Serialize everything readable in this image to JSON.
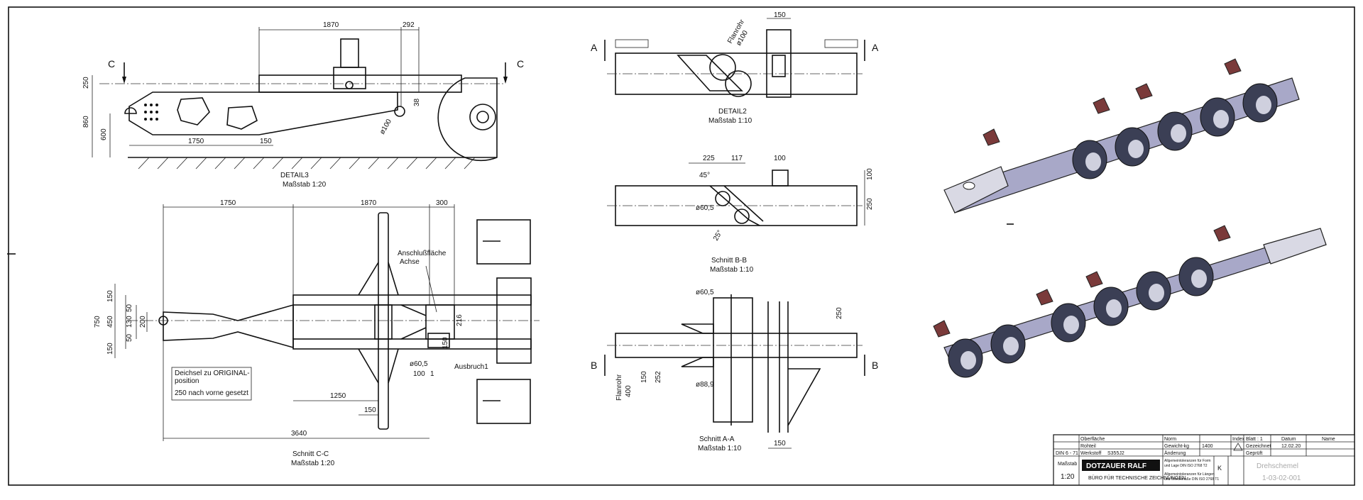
{
  "views": {
    "detail3": {
      "dims": [
        "1870",
        "292",
        "250",
        "860",
        "600",
        "1750",
        "150",
        "ø100",
        "38"
      ],
      "section_marks": [
        "C",
        "C"
      ],
      "title": "DETAIL3",
      "scale": "Maßstab 1:20"
    },
    "schnitt_cc": {
      "dims": [
        "1750",
        "1870",
        "300",
        "750",
        "450",
        "150",
        "150",
        "50",
        "50",
        "130",
        "200",
        "216",
        "150",
        "ø60,5",
        "100",
        "1",
        "1250",
        "150",
        "3640"
      ],
      "notes": {
        "anschluss_1": "Anschlußfläche",
        "anschluss_2": "Achse",
        "ausbruch": "Ausbruch1",
        "box_line1": "Deichsel zu ORIGINAL-",
        "box_line2": "position",
        "box_line3": "250 nach vorne gesetzt"
      },
      "title": "Schnitt C-C",
      "scale": "Maßstab 1:20"
    },
    "detail2": {
      "dims": [
        "150",
        "Flanrohr",
        "ø100"
      ],
      "section_marks": [
        "A",
        "A"
      ],
      "title": "DETAIL2",
      "scale": "Maßstab 1:10"
    },
    "schnitt_bb": {
      "dims": [
        "225",
        "117",
        "100",
        "100",
        "45°",
        "ø60,5",
        "250",
        "25°"
      ],
      "title": "Schnitt B-B",
      "scale": "Maßstab 1:10"
    },
    "schnitt_aa": {
      "dims": [
        "ø60,5",
        "250",
        "150",
        "252",
        "ø88,9",
        "Flanrohr",
        "400",
        "150"
      ],
      "section_marks": [
        "B",
        "B"
      ],
      "title": "Schnitt A-A",
      "scale": "Maßstab 1:10"
    }
  },
  "title_block": {
    "row1": [
      "Oberfläche",
      "Norm",
      "Index",
      "Blatt : 1",
      "Datum",
      "Name"
    ],
    "row2": [
      "Rohteil",
      "Gewicht-kg",
      "1400",
      "Gezeichnet",
      "12.02.20"
    ],
    "row3": [
      "Werkstoff",
      "S355J2",
      "Änderung",
      "Geprüft"
    ],
    "scale_label": "Maßstab",
    "scale_value": "1:20",
    "din": "DIN 6 - 71",
    "company": "DOTZAUER RALF",
    "company_sub": "BÜRO FÜR TECHNISCHE ZEICHNUNGEN",
    "norm_line1": "Allgemeintoleranzen für Form",
    "norm_line2": "und Lage DIN ISO 2768 T2",
    "norm_line3": "Allgemeintoleranzen für Längen",
    "norm_line4": "und Winkelmaße DIN ISO 2768 T1",
    "k_label": "K",
    "bottom_right_1": "Drehschemel",
    "bottom_right_2": "1-03-02-001"
  }
}
